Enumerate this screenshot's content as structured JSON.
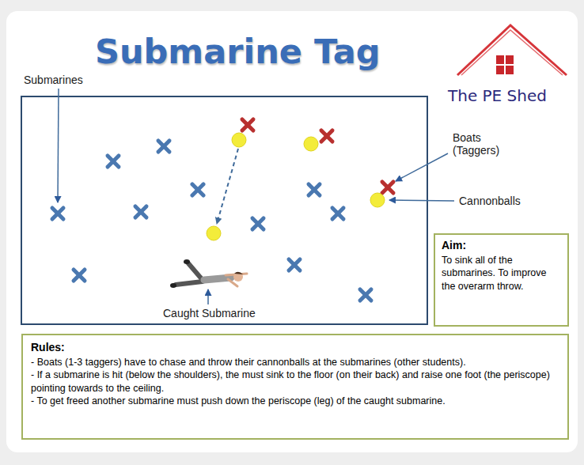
{
  "diagram": {
    "title": "Submarine Tag",
    "nodes": [
      {
        "text": [
          "Aim:",
          "To sink all of the submarines. To improve the overarm throw."
        ]
      },
      {
        "text": [
          "Rules:",
          "- Boats (1-3 taggers) have to chase and throw their cannonballs at the submarines (other students).",
          "- If a submarine is hit (below the shoulders), the must sink to the floor (on their back) and raise one foot (the periscope) pointing towards to the ceiling.",
          "- To get freed another submarine must push down the periscope (leg) of the caught submarine."
        ]
      }
    ],
    "labels": [
      "The PE Shed",
      "Submarines",
      "Boats (Taggers)",
      "Cannonballs",
      "Caught Submarine"
    ]
  }
}
